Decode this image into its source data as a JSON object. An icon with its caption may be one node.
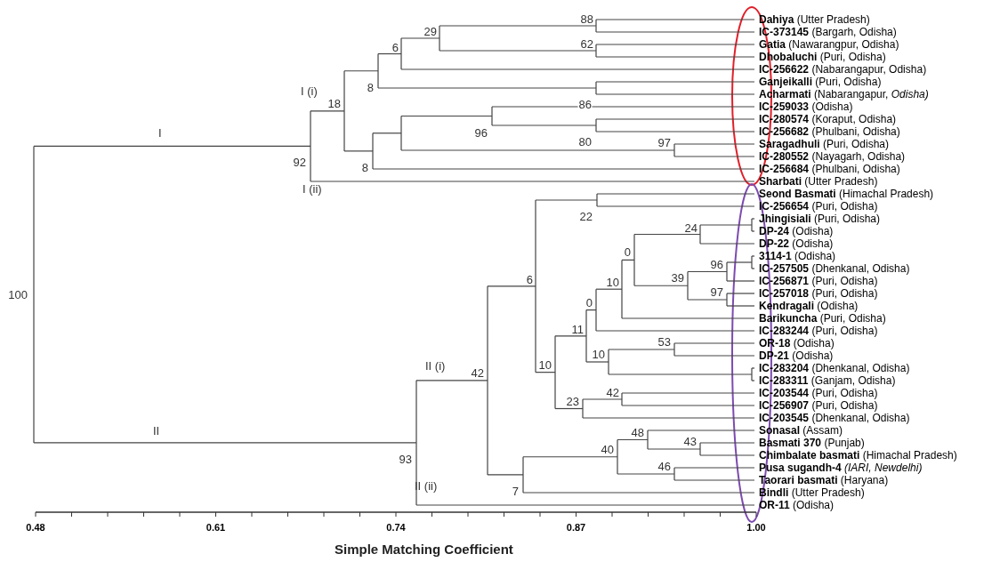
{
  "diagram": {
    "labels": [
      "I",
      "I (i)",
      "I (ii)",
      "II",
      "II (i)",
      "II (ii)",
      "100",
      "92",
      "88",
      "29",
      "6",
      "62",
      "8",
      "18",
      "86",
      "96",
      "80",
      "97",
      "8",
      "93",
      "42",
      "6",
      "22",
      "24",
      "0",
      "39",
      "96",
      "10",
      "97",
      "0",
      "11",
      "10",
      "53",
      "10",
      "42",
      "23",
      "48",
      "43",
      "40",
      "46",
      "7",
      "**Dahiya** (Utter Pradesh)",
      "**IC-373145** (Bargarh, Odisha)",
      "**Gatia** (Nawarangpur, Odisha)",
      "**Dhobaluchi** (Puri, Odisha)",
      "**IC-256622** (Nabarangapur, Odisha)",
      "**Ganjeikalli** (Puri, Odisha)",
      "**Acharmati** (Nabarangapur, *Odisha)*",
      "**IC-259033** (Odisha)",
      "**IC-280574** (Koraput, Odisha)",
      "**IC-256682** (Phulbani, Odisha)",
      "**Saragadhuli** (Puri, Odisha)",
      "**IC-280552** (Nayagarh, Odisha)",
      "**IC-256684** (Phulbani, Odisha)",
      "**Sharbati** (Utter Pradesh)",
      "**Seond Basmati** (Himachal Pradesh)",
      "**IC-256654** (Puri, Odisha)",
      "**Jhingisiali** (Puri, Odisha)",
      "**DP-24** (Odisha)",
      "**DP-22** (Odisha)",
      "**3114-1** (Odisha)",
      "**IC-257505** (Dhenkanal, Odisha)",
      "**IC-256871** (Puri, Odisha)",
      "**IC-257018** (Puri, Odisha)",
      "**Kendragali** (Odisha)",
      "**Barikuncha** (Puri, Odisha)",
      "**IC-283244** (Puri, Odisha)",
      "**OR-18** (Odisha)",
      "**DP-21** (Odisha)",
      "**IC-283204** (Dhenkanal, Odisha)",
      "**IC-283311** (Ganjam, Odisha)",
      "**IC-203544** (Puri, Odisha)",
      "**IC-256907** (Puri, Odisha)",
      "**IC-203545** (Dhenkanal, Odisha)",
      "**Sonasal** (Assam)",
      "**Basmati 370** (Punjab)",
      "**Chimbalate basmati** (Himachal Pradesh)",
      "**Pusa sugandh-4** *(IARI, Newdelhi)*",
      "**Taorari basmati** (Haryana)",
      "**Bindli** (Utter Pradesh)",
      "**OR-11** (Odisha)",
      "0.48",
      "0.61",
      "0.74",
      "0.87",
      "1.00",
      "Simple Matching Coefficient"
    ]
  }
}
